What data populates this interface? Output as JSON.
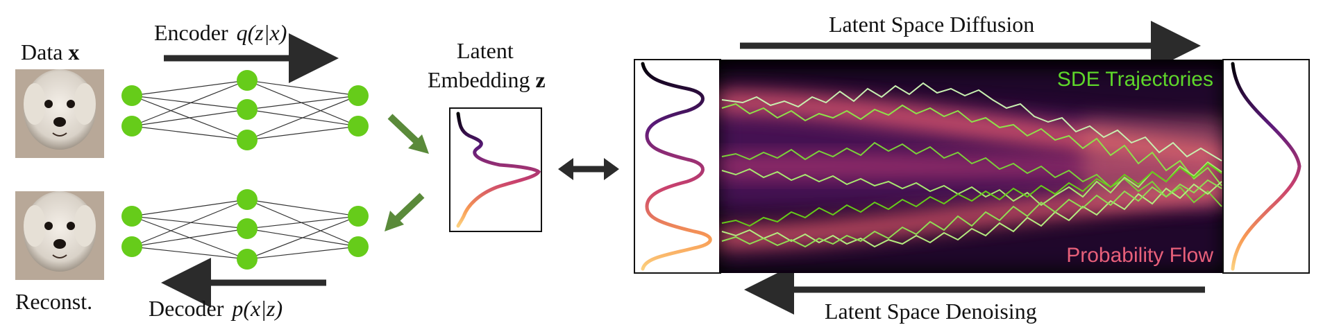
{
  "labels": {
    "data": "Data",
    "data_var": "x",
    "encoder": "Encoder",
    "encoder_math": "q(z|x)",
    "decoder": "Decoder",
    "decoder_math": "p(x|z)",
    "reconst": "Reconst.",
    "latent_line1": "Latent",
    "latent_line2": "Embedding",
    "latent_var": "z",
    "latent_space_diffusion": "Latent Space Diffusion",
    "latent_space_denoising": "Latent Space Denoising",
    "sde_trajectories": "SDE Trajectories",
    "probability_flow": "Probability Flow"
  },
  "colors": {
    "node": "#66cc1a",
    "arrow_dark": "#2b2b2b",
    "arrow_green": "#5a8a3a",
    "sde_text": "#5ed62a",
    "prob_flow_text": "#e8607a",
    "panel_bg": "#000000",
    "flow_band": "#e85b6e"
  },
  "icons": {
    "dog_photo": "dog-photo-icon",
    "double_arrow": "double-arrow-icon"
  }
}
